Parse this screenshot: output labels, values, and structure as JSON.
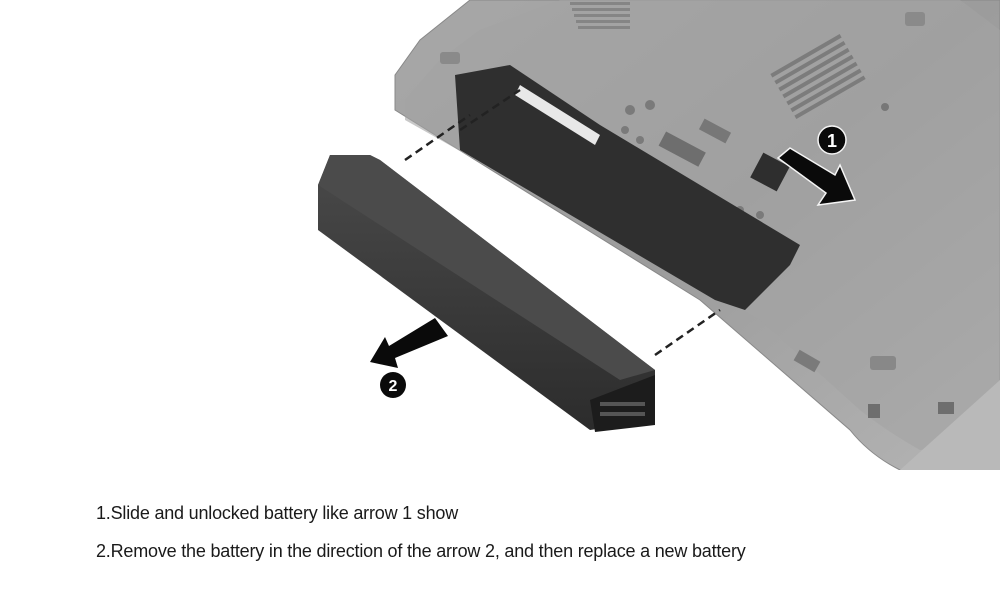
{
  "illustration": {
    "subject": "laptop-underside-battery-removal",
    "callouts": [
      {
        "number": "1",
        "meaning": "slide release latch"
      },
      {
        "number": "2",
        "meaning": "remove battery"
      }
    ],
    "colors": {
      "laptop_body": "#9a9a9a",
      "laptop_light": "#b8b8b8",
      "battery": "#3a3a3a",
      "bay": "#2e2e2e",
      "callout": "#0a0a0a"
    }
  },
  "instructions": {
    "step1": "1.Slide and unlocked battery like arrow 1 show",
    "step2": "2.Remove the battery in the direction of the arrow 2, and then replace a new battery"
  }
}
